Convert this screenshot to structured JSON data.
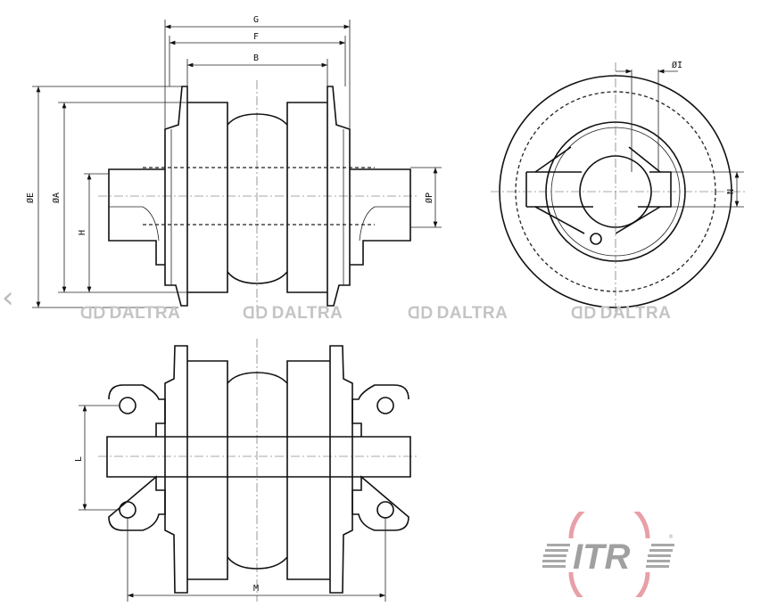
{
  "navigation": {
    "prev_icon": "chevron-left-icon"
  },
  "dimensions": {
    "G": "G",
    "F": "F",
    "B": "B",
    "E": "ØE",
    "A": "ØA",
    "H": "H",
    "P": "ØP",
    "I": "ØI",
    "N": "N",
    "L": "L",
    "M": "M"
  },
  "watermark": {
    "text": "DALTRA",
    "count": 4
  },
  "logo": {
    "text": "ITR",
    "reg": "®",
    "ring_color": "#e8a0a8",
    "text_color": "#a0a0a0"
  }
}
